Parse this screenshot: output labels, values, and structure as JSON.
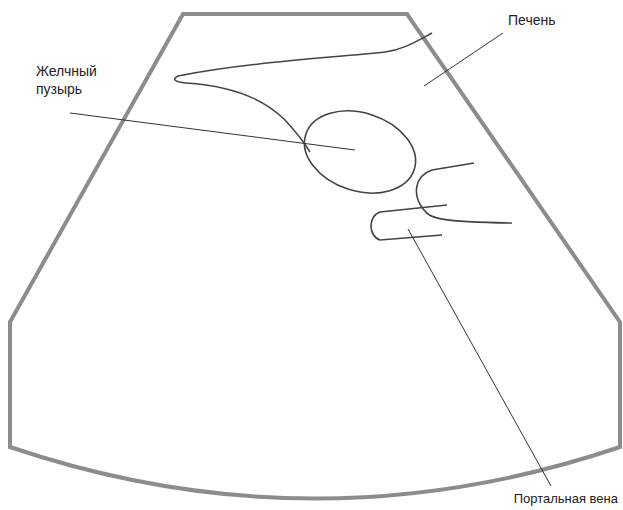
{
  "diagram": {
    "labels": [
      "Печень",
      "Желчный пузырь",
      "Портальная вена"
    ]
  }
}
